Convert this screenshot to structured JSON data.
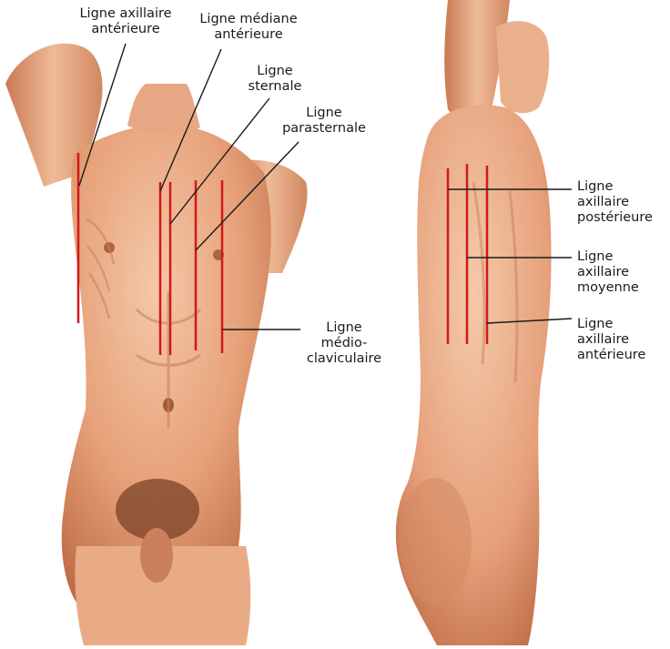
{
  "colors": {
    "skin_light": "#f2c3a4",
    "skin_mid": "#e39a72",
    "skin_dark": "#b5653e",
    "hair": "#6e3b22",
    "reference_line": "#d11919",
    "leader_line": "#1a1a1a",
    "background": "#ffffff"
  },
  "front_view": {
    "labels": {
      "ant_axillary": [
        "Ligne axillaire",
        "antérieure"
      ],
      "median": [
        "Ligne médiane",
        "antérieure"
      ],
      "sternal": [
        "Ligne",
        "sternale"
      ],
      "parasternal": [
        "Ligne",
        "parasternale"
      ],
      "midclavicular": [
        "Ligne",
        "médio-",
        "claviculaire"
      ]
    }
  },
  "side_view": {
    "labels": {
      "post_axillary": [
        "Ligne",
        "axillaire",
        "postérieure"
      ],
      "mid_axillary": [
        "Ligne",
        "axillaire",
        "moyenne"
      ],
      "ant_axillary": [
        "Ligne",
        "axillaire",
        "antérieure"
      ]
    }
  }
}
